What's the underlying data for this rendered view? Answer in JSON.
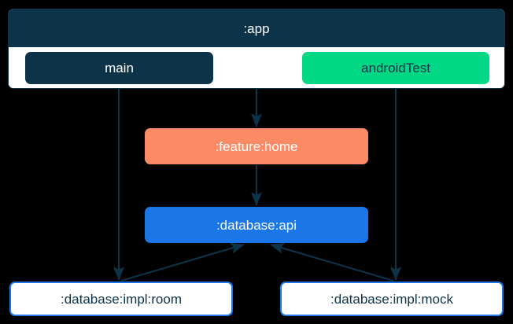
{
  "diagram": {
    "type": "module-dependency-graph",
    "background_color": "#000000",
    "edge_color": "#0c3348",
    "cluster": {
      "label": ":app",
      "header_color": "#0c3348",
      "body_color": "#ffffff",
      "source_sets": [
        {
          "id": "main",
          "label": "main",
          "color": "#0c3348",
          "text_color": "#ffffff"
        },
        {
          "id": "androidTest",
          "label": "androidTest",
          "color": "#00d885",
          "text_color": "#0c3348"
        }
      ]
    },
    "nodes": [
      {
        "id": "feature-home",
        "label": ":feature:home",
        "color": "#fc8a65",
        "text_color": "#ffffff"
      },
      {
        "id": "database-api",
        "label": ":database:api",
        "color": "#1b77e8",
        "text_color": "#ffffff"
      },
      {
        "id": "database-impl-room",
        "label": ":database:impl:room",
        "color": "#ffffff",
        "border_color": "#1b77e8",
        "text_color": "#0c3348"
      },
      {
        "id": "database-impl-mock",
        "label": ":database:impl:mock",
        "color": "#ffffff",
        "border_color": "#1b77e8",
        "text_color": "#0c3348"
      }
    ],
    "edges": [
      {
        "from": "app",
        "to": "feature-home"
      },
      {
        "from": "main",
        "to": "database-impl-room"
      },
      {
        "from": "androidTest",
        "to": "database-impl-mock"
      },
      {
        "from": "feature-home",
        "to": "database-api"
      },
      {
        "from": "database-impl-room",
        "to": "database-api"
      },
      {
        "from": "database-impl-mock",
        "to": "database-api"
      }
    ]
  }
}
